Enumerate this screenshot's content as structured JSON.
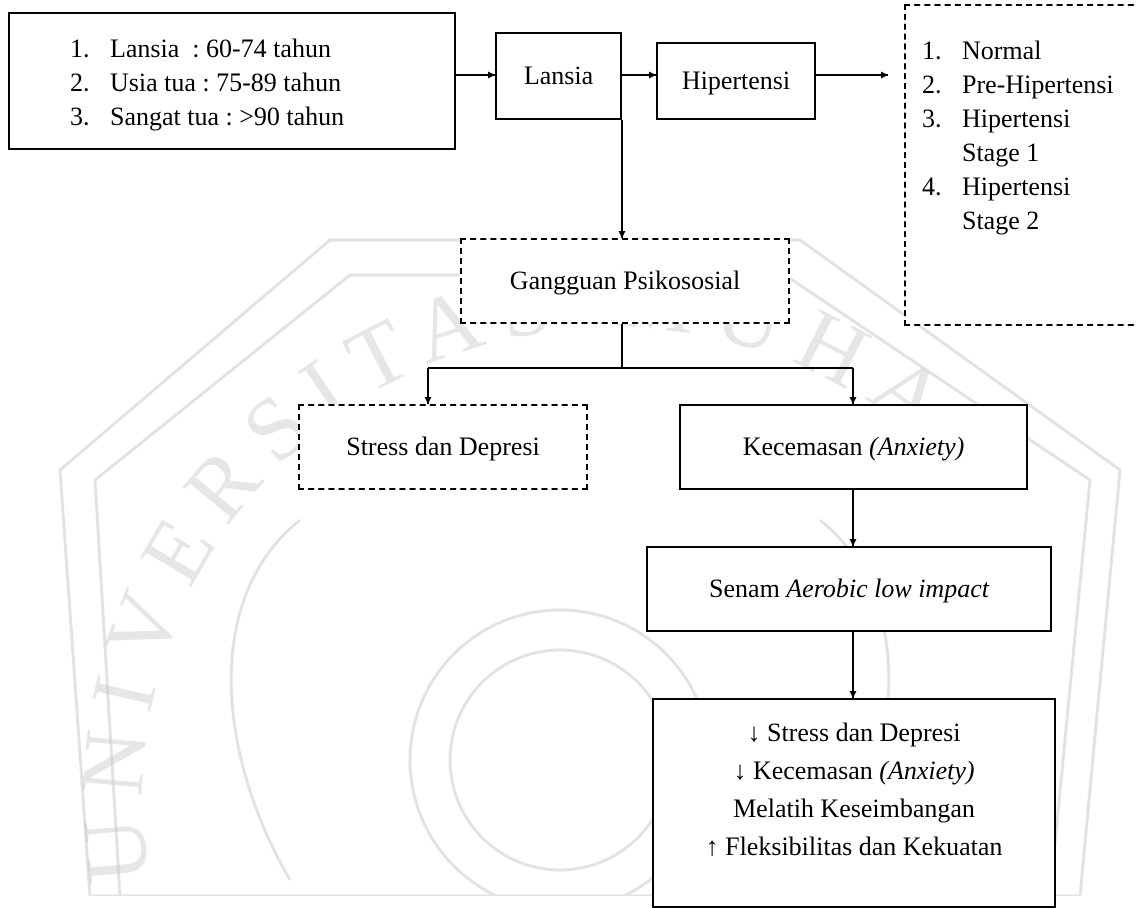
{
  "age_box": {
    "items": [
      {
        "num": "1.",
        "text": "Lansia  : 60-74 tahun"
      },
      {
        "num": "2.",
        "text": "Usia tua : 75-89 tahun"
      },
      {
        "num": "3.",
        "text": "Sangat tua : >90 tahun"
      }
    ]
  },
  "lansia_box": {
    "label": "Lansia"
  },
  "hipertensi_box": {
    "label": "Hipertensi"
  },
  "stage_box": {
    "items": [
      {
        "num": "1.",
        "text": "Normal"
      },
      {
        "num": "2.",
        "text": "Pre-Hipertensi"
      },
      {
        "num": "3.",
        "text": "Hipertensi Stage 1"
      },
      {
        "num": "4.",
        "text": "Hipertensi Stage 2"
      }
    ]
  },
  "psikososial_box": {
    "label": "Gangguan Psikososial"
  },
  "stress_box": {
    "label": "Stress dan Depresi"
  },
  "anxiety_box": {
    "prefix": "Kecemasan ",
    "italic": "(Anxiety)"
  },
  "senam_box": {
    "prefix": "Senam ",
    "italic": "Aerobic low impact"
  },
  "outcome_box": {
    "line1_arrow": "↓",
    "line1_text": " Stress dan Depresi",
    "line2_arrow": "↓",
    "line2_text": " Kecemasan ",
    "line2_italic": "(Anxiety)",
    "line3_text": "Melatih Keseimbangan",
    "line4_arrow": "↑",
    "line4_text": " Fleksibilitas dan Kekuatan"
  },
  "watermark": {
    "text": "UNIVERSITAS MUHAMMADIYAH",
    "color": "#c8c8c8"
  }
}
